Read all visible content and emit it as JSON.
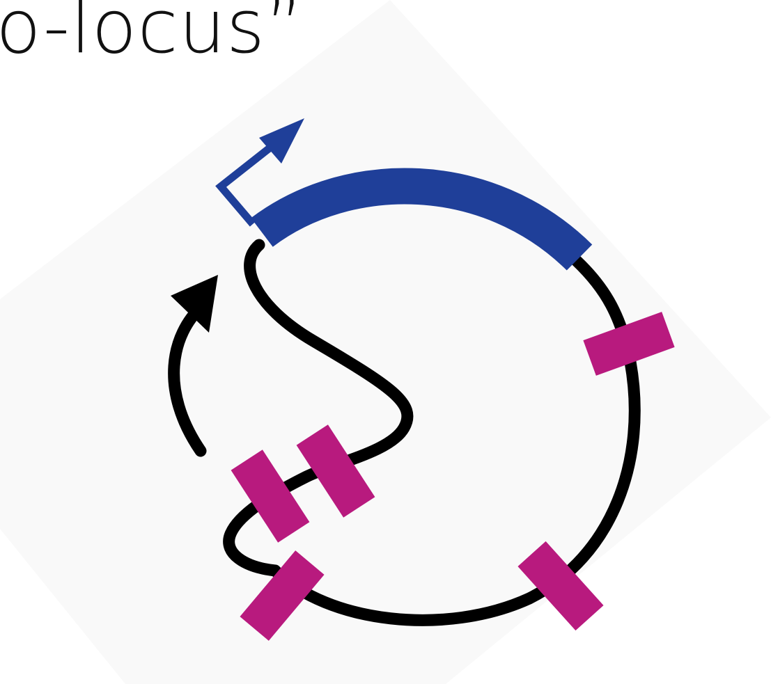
{
  "title": "o-locus”",
  "colors": {
    "gene": "#1f3f99",
    "element": "#b81a7e",
    "dna": "#000000",
    "panel": "#f9f9f9"
  },
  "diagram": {
    "elements": [
      "gene-bar",
      "promoter-arrow",
      "dna-loop",
      "looping-arrow",
      "regulatory-boxes"
    ],
    "regulatory_box_count": 5
  }
}
